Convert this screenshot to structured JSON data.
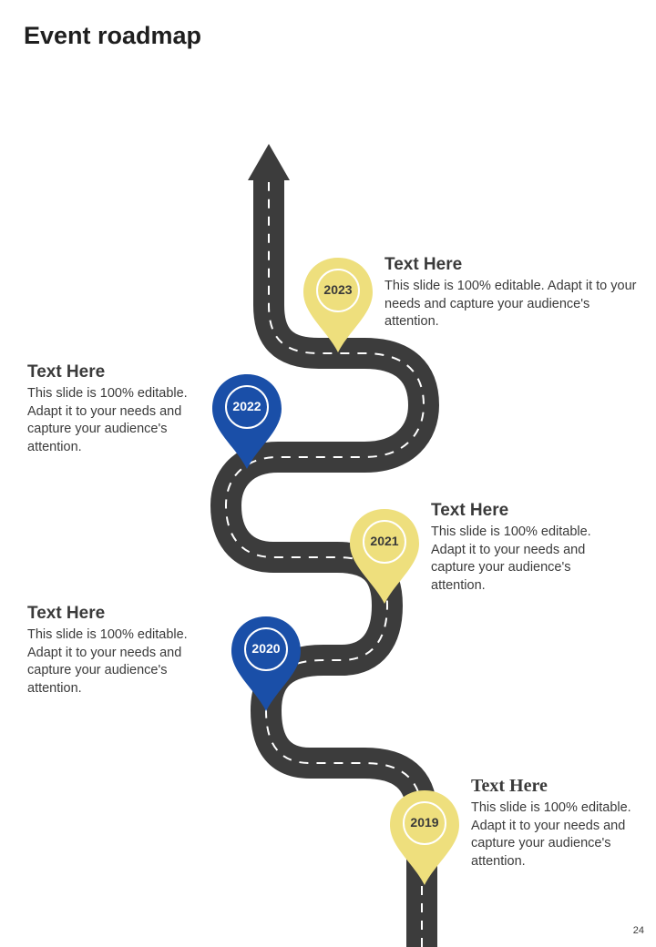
{
  "title": "Event roadmap",
  "page_number": "24",
  "colors": {
    "road": "#3c3c3c",
    "road_dash": "#ffffff",
    "yellow_pin": "#eedf7d",
    "blue_pin": "#1a4fa8",
    "text": "#3a3a3a"
  },
  "milestones": [
    {
      "year": "2023",
      "title": "Text Here",
      "text": "This slide is 100% editable. Adapt it to your needs and capture your audience's attention.",
      "color": "yellow"
    },
    {
      "year": "2022",
      "title": "Text Here",
      "text": "This slide is 100% editable. Adapt it to your needs and capture your audience's attention.",
      "color": "blue"
    },
    {
      "year": "2021",
      "title": "Text Here",
      "text": "This slide is 100% editable. Adapt it to your needs and capture your audience's attention.",
      "color": "yellow"
    },
    {
      "year": "2020",
      "title": "Text Here",
      "text": "This slide is 100% editable. Adapt it to your needs and capture your audience's attention.",
      "color": "blue"
    },
    {
      "year": "2019",
      "title": "Text Here",
      "text": "This slide is 100% editable. Adapt it to your needs and capture your audience's attention.",
      "color": "yellow"
    }
  ]
}
